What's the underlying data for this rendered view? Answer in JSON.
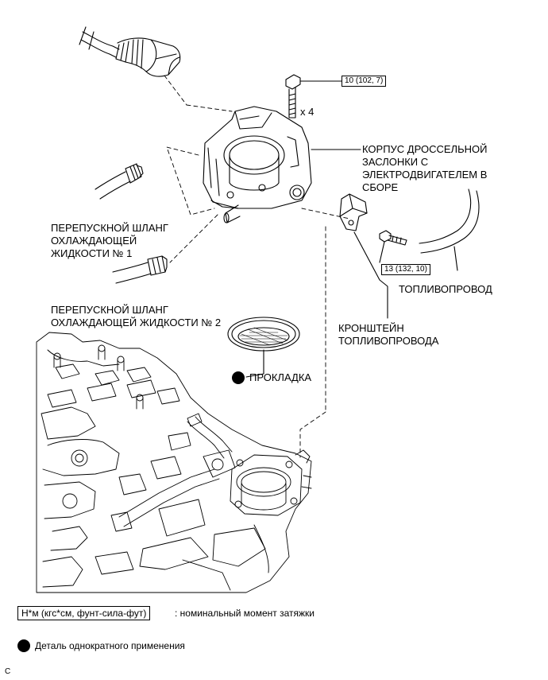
{
  "labels": {
    "throttle_body": "КОРПУС ДРОССЕЛЬНОЙ\nЗАСЛОНКИ С\nЭЛЕКТРОДВИГАТЕЛЕМ В\nСБОРЕ",
    "bypass_hose_1": "ПЕРЕПУСКНОЙ ШЛАНГ\nОХЛАЖДАЮЩЕЙ\nЖИДКОСТИ № 1",
    "bypass_hose_2": "ПЕРЕПУСКНОЙ ШЛАНГ\nОХЛАЖДАЮЩЕЙ ЖИДКОСТИ № 2",
    "gasket": "ПРОКЛАДКА",
    "fuel_pipe": "ТОПЛИВОПРОВОД",
    "fuel_pipe_bracket": "КРОНШТЕЙН\nТОПЛИВОПРОВОДА",
    "bolt_qty": "x 4"
  },
  "torques": {
    "throttle_bolts": "10 (102, 7)",
    "bracket_bolt": "13 (132, 10)"
  },
  "legend": {
    "torque_unit": "Н*м (кгс*см, фунт-сила-фут)",
    "torque_desc": ": номинальный момент затяжки",
    "non_reusable": "Деталь однократного применения"
  },
  "corner_mark": "C",
  "colors": {
    "line": "#000000",
    "background": "#ffffff"
  }
}
